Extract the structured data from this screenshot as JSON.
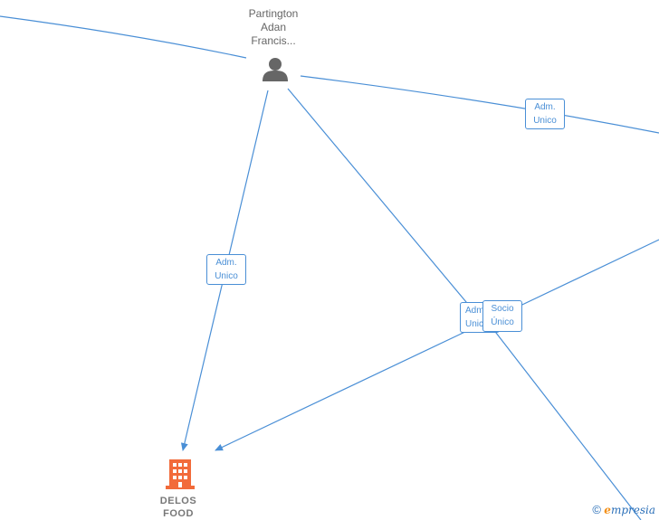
{
  "person": {
    "name_lines": [
      "Partington",
      "Adan",
      "Francis..."
    ],
    "icon": "person-icon"
  },
  "company": {
    "name_lines": [
      "DELOS",
      "FOOD"
    ],
    "icon": "building-icon",
    "color": "#f26b3a"
  },
  "edge_labels": {
    "top_right": [
      "Adm.",
      "Unico"
    ],
    "left": [
      "Adm.",
      "Unico"
    ],
    "middle_back": [
      "Adm.",
      "Unico"
    ],
    "middle_front": [
      "Socio",
      "Único"
    ]
  },
  "brand": {
    "copyright": "©",
    "e": "e",
    "name": "mpresia"
  },
  "colors": {
    "edge": "#4a8fd6",
    "person": "#666666"
  }
}
